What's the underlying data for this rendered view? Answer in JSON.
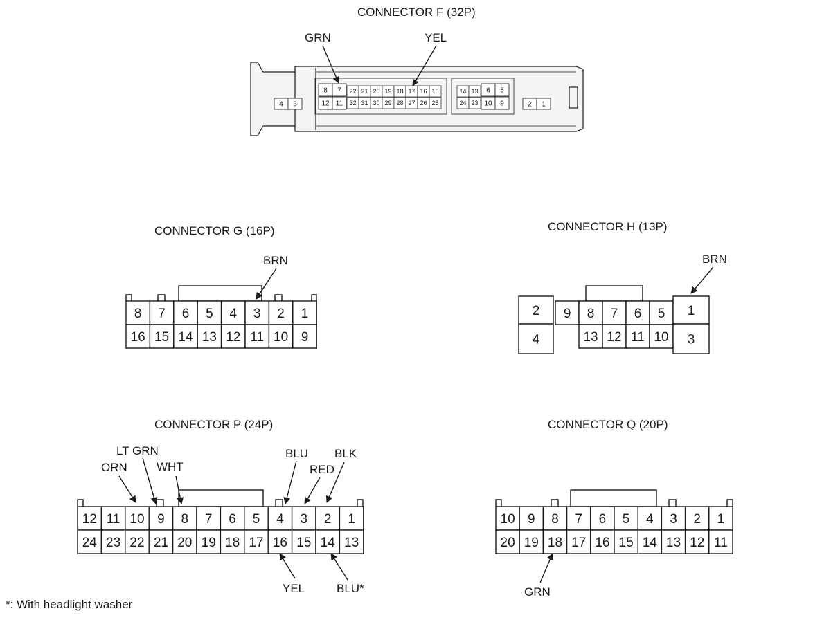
{
  "connectors": {
    "F": {
      "title": "CONNECTOR F (32P)",
      "left_pins": [
        "4",
        "3"
      ],
      "right_pins": [
        "2",
        "1"
      ],
      "block1": {
        "top": [
          "8",
          "7",
          "22",
          "21",
          "20",
          "19",
          "18",
          "17",
          "16",
          "15"
        ],
        "bottom": [
          "12",
          "11",
          "32",
          "31",
          "30",
          "29",
          "28",
          "27",
          "26",
          "25"
        ]
      },
      "block2": {
        "top": [
          "14",
          "13",
          "6",
          "5"
        ],
        "bottom": [
          "24",
          "23",
          "10",
          "9"
        ]
      },
      "wires": [
        "GRN",
        "YEL"
      ]
    },
    "G": {
      "title": "CONNECTOR G (16P)",
      "top": [
        "8",
        "7",
        "6",
        "5",
        "4",
        "3",
        "2",
        "1"
      ],
      "bottom": [
        "16",
        "15",
        "14",
        "13",
        "12",
        "11",
        "10",
        "9"
      ],
      "wires": [
        "BRN"
      ]
    },
    "H": {
      "title": "CONNECTOR H (13P)",
      "left": [
        "2",
        "4"
      ],
      "middle_top": [
        "9",
        "8",
        "7",
        "6",
        "5"
      ],
      "middle_bottom": [
        "13",
        "12",
        "11",
        "10"
      ],
      "right": [
        "1",
        "3"
      ],
      "wires": [
        "BRN"
      ]
    },
    "P": {
      "title": "CONNECTOR P (24P)",
      "top": [
        "12",
        "11",
        "10",
        "9",
        "8",
        "7",
        "6",
        "5",
        "4",
        "3",
        "2",
        "1"
      ],
      "bottom": [
        "24",
        "23",
        "22",
        "21",
        "20",
        "19",
        "18",
        "17",
        "16",
        "15",
        "14",
        "13"
      ],
      "wires": [
        "ORN",
        "LT GRN",
        "WHT",
        "BLU",
        "RED",
        "BLK",
        "YEL",
        "BLU*"
      ]
    },
    "Q": {
      "title": "CONNECTOR Q (20P)",
      "top": [
        "10",
        "9",
        "8",
        "7",
        "6",
        "5",
        "4",
        "3",
        "2",
        "1"
      ],
      "bottom": [
        "20",
        "19",
        "18",
        "17",
        "16",
        "15",
        "14",
        "13",
        "12",
        "11"
      ],
      "wires": [
        "GRN"
      ]
    }
  },
  "footnote": "*: With headlight washer",
  "colors": {
    "line": "#1a1a1a",
    "body_fill": "#f2f2f2"
  }
}
